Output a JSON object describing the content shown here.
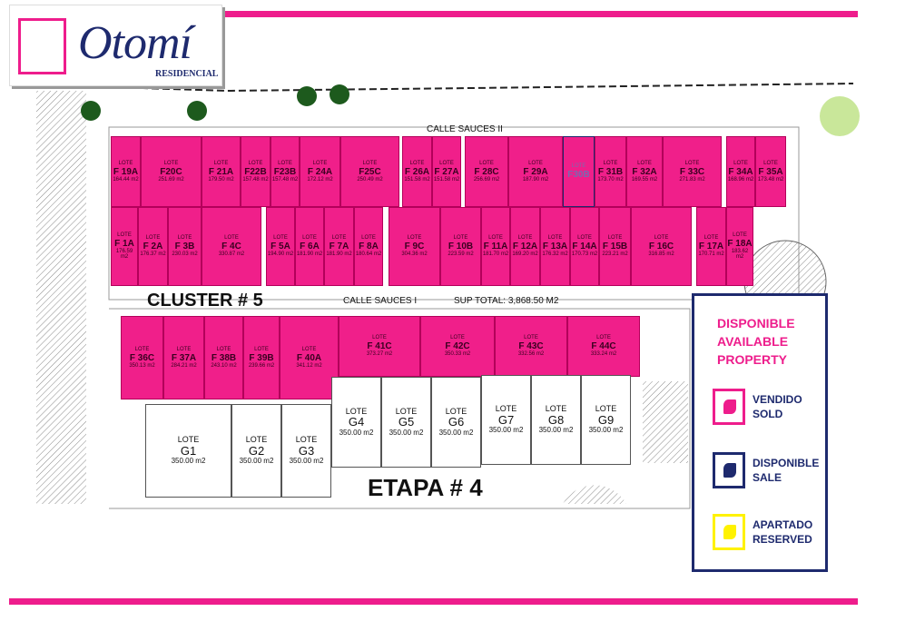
{
  "brand": {
    "name": "Otomí",
    "subtitle": "RESIDENCIAL"
  },
  "colors": {
    "sold": "#ee1d8c",
    "available": "#1e2a6e",
    "reserved": "#fff200"
  },
  "labels": {
    "street_top": "CALLE SAUCES II",
    "cluster": "CLUSTER # 5",
    "street_mid": "CALLE SAUCES I",
    "total_area": "SUP TOTAL: 3,868.50 M2",
    "etapa": "ETAPA # 4",
    "lote": "LOTE"
  },
  "lots_top": [
    {
      "name": "F 19A",
      "area": "164.44 m2",
      "status": "sold"
    },
    {
      "name": "F20C",
      "area": "251.69 m2",
      "status": "sold"
    },
    {
      "name": "F 21A",
      "area": "179.50 m2",
      "status": "sold"
    },
    {
      "name": "F22B",
      "area": "157.48 m2",
      "status": "sold"
    },
    {
      "name": "F23B",
      "area": "157.48 m2",
      "status": "sold"
    },
    {
      "name": "F 24A",
      "area": "172.12 m2",
      "status": "sold"
    },
    {
      "name": "F25C",
      "area": "250.49 m2",
      "status": "sold"
    },
    {
      "name": "F 26A",
      "area": "151.58 m2",
      "status": "sold"
    },
    {
      "name": "F 27A",
      "area": "151.58 m2",
      "status": "sold"
    },
    {
      "name": "F 28C",
      "area": "256.69 m2",
      "status": "sold"
    },
    {
      "name": "F 29A",
      "area": "187.90 m2",
      "status": "sold"
    },
    {
      "name": "F30B",
      "area": "",
      "status": "available"
    },
    {
      "name": "F 31B",
      "area": "173.70 m2",
      "status": "sold"
    },
    {
      "name": "F 32A",
      "area": "169.55 m2",
      "status": "sold"
    },
    {
      "name": "F 33C",
      "area": "271.83 m2",
      "status": "sold"
    },
    {
      "name": "F 34A",
      "area": "168.96 m2",
      "status": "sold"
    },
    {
      "name": "F 35A",
      "area": "173.48 m2",
      "status": "sold"
    }
  ],
  "lots_bottom": [
    {
      "name": "F 1A",
      "area": "176.59 m2",
      "status": "sold"
    },
    {
      "name": "F 2A",
      "area": "176.37 m2",
      "status": "sold"
    },
    {
      "name": "F 3B",
      "area": "230.03 m2",
      "status": "sold"
    },
    {
      "name": "F 4C",
      "area": "330.87 m2",
      "status": "sold"
    },
    {
      "name": "F 5A",
      "area": "194.90 m2",
      "status": "sold"
    },
    {
      "name": "F 6A",
      "area": "181.90 m2",
      "status": "sold"
    },
    {
      "name": "F 7A",
      "area": "181.90 m2",
      "status": "sold"
    },
    {
      "name": "F 8A",
      "area": "180.64 m2",
      "status": "sold"
    },
    {
      "name": "F 9C",
      "area": "304.36 m2",
      "status": "sold"
    },
    {
      "name": "F 10B",
      "area": "223.59 m2",
      "status": "sold"
    },
    {
      "name": "F 11A",
      "area": "181.70 m2",
      "status": "sold"
    },
    {
      "name": "F 12A",
      "area": "169.20 m2",
      "status": "sold"
    },
    {
      "name": "F 13A",
      "area": "176.32 m2",
      "status": "sold"
    },
    {
      "name": "F 14A",
      "area": "170.73 m2",
      "status": "sold"
    },
    {
      "name": "F 15B",
      "area": "223.21 m2",
      "status": "sold"
    },
    {
      "name": "F 16C",
      "area": "316.85 m2",
      "status": "sold"
    },
    {
      "name": "F 17A",
      "area": "170.71 m2",
      "status": "sold"
    },
    {
      "name": "F 18A",
      "area": "183.62 m2",
      "status": "sold"
    }
  ],
  "lots_cluster": [
    {
      "name": "F 36C",
      "area": "350.13 m2",
      "status": "sold"
    },
    {
      "name": "F 37A",
      "area": "284.21 m2",
      "status": "sold"
    },
    {
      "name": "F 38B",
      "area": "243.10 m2",
      "status": "sold"
    },
    {
      "name": "F 39B",
      "area": "239.66 m2",
      "status": "sold"
    },
    {
      "name": "F 40A",
      "area": "341.12 m2",
      "status": "sold"
    },
    {
      "name": "F 41C",
      "area": "373.27 m2",
      "status": "sold"
    },
    {
      "name": "F 42C",
      "area": "350.33 m2",
      "status": "sold"
    },
    {
      "name": "F 43C",
      "area": "332.56 m2",
      "status": "sold"
    },
    {
      "name": "F 44C",
      "area": "333.24 m2",
      "status": "sold"
    }
  ],
  "lots_g": [
    {
      "name": "G1",
      "area": "350.00 m2"
    },
    {
      "name": "G2",
      "area": "350.00 m2"
    },
    {
      "name": "G3",
      "area": "350.00 m2"
    },
    {
      "name": "G4",
      "area": "350.00 m2"
    },
    {
      "name": "G5",
      "area": "350.00 m2"
    },
    {
      "name": "G6",
      "area": "350.00 m2"
    },
    {
      "name": "G7",
      "area": "350.00 m2"
    },
    {
      "name": "G8",
      "area": "350.00 m2"
    },
    {
      "name": "G9",
      "area": "350.00 m2"
    }
  ],
  "legend": {
    "heading": [
      "DISPONIBLE",
      "AVAILABLE",
      "PROPERTY"
    ],
    "items": [
      {
        "es": "VENDIDO",
        "en": "SOLD"
      },
      {
        "es": "DISPONIBLE",
        "en": "SALE"
      },
      {
        "es": "APARTADO",
        "en": "RESERVED"
      }
    ]
  }
}
